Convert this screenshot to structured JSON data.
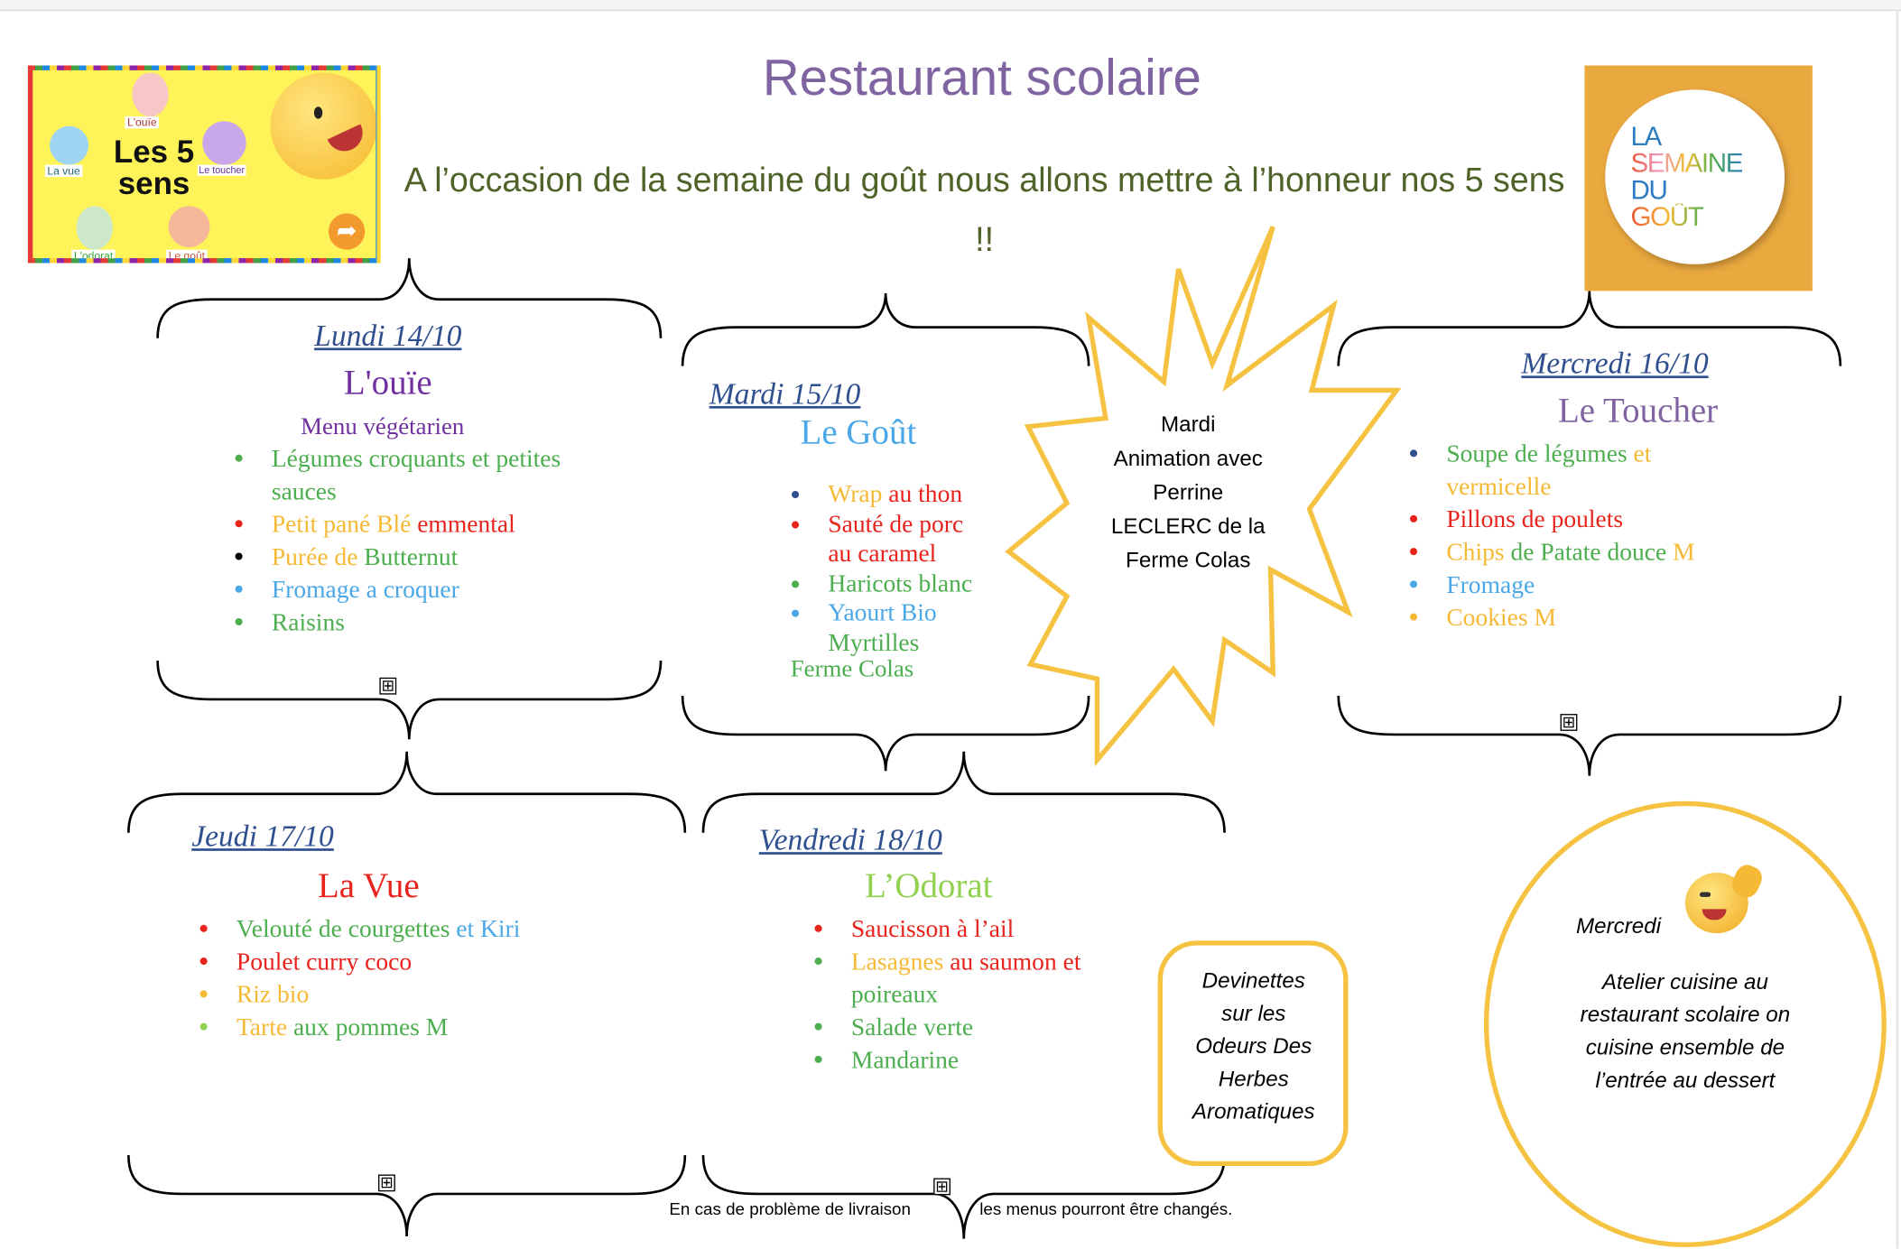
{
  "header": {
    "title": "Restaurant scolaire",
    "subtitle": "A l’occasion de la semaine du goût nous allons mettre à l’honneur nos 5 sens !!"
  },
  "logo_left": {
    "title": "Les 5 sens",
    "labels": [
      "L'ouïe",
      "La vue",
      "Le toucher",
      "L'odorat",
      "Le goût"
    ]
  },
  "logo_right": {
    "lines": [
      "LA",
      "SEMAINE",
      "DU",
      "GOÛT"
    ]
  },
  "colors": {
    "green": "#4cae4f",
    "yellow": "#f5b935",
    "red": "#e8231c",
    "blue": "#4aa8e8",
    "purple": "#7030a0",
    "lavender": "#8064a2",
    "lime": "#92d050",
    "navy": "#2f4f8f",
    "black": "#000000",
    "gold": "#f5c242"
  },
  "days": [
    {
      "date": "Lundi 14/10",
      "sense": "L'ouïe",
      "sense_color": "#7030a0",
      "note": "Menu végétarien",
      "items": [
        {
          "bullet": "#4cae4f",
          "parts": [
            {
              "t": "Légumes croquants et petites sauces",
              "c": "#4cae4f"
            }
          ]
        },
        {
          "bullet": "#e8231c",
          "parts": [
            {
              "t": "Petit pané Blé ",
              "c": "#f5b935"
            },
            {
              "t": "emmental",
              "c": "#e8231c"
            }
          ]
        },
        {
          "bullet": "#000000",
          "parts": [
            {
              "t": "Purée de ",
              "c": "#f5b935"
            },
            {
              "t": "Butternut",
              "c": "#4cae4f"
            }
          ]
        },
        {
          "bullet": "#4aa8e8",
          "parts": [
            {
              "t": "Fromage a croquer",
              "c": "#4aa8e8"
            }
          ]
        },
        {
          "bullet": "#4cae4f",
          "parts": [
            {
              "t": "Raisins",
              "c": "#4cae4f"
            }
          ]
        }
      ]
    },
    {
      "date": "Mardi 15/10",
      "sense": "Le Goût",
      "sense_color": "#4aa8e8",
      "note": "Ferme Colas",
      "items": [
        {
          "bullet": "#2f4f8f",
          "parts": [
            {
              "t": "Wrap ",
              "c": "#f5b935"
            },
            {
              "t": "au thon",
              "c": "#e8231c"
            }
          ]
        },
        {
          "bullet": "#e8231c",
          "parts": [
            {
              "t": "Sauté de porc au caramel",
              "c": "#e8231c"
            }
          ]
        },
        {
          "bullet": "#4cae4f",
          "parts": [
            {
              "t": "Haricots blanc",
              "c": "#4cae4f"
            }
          ]
        },
        {
          "bullet": "#4aa8e8",
          "parts": [
            {
              "t": "Yaourt Bio ",
              "c": "#4aa8e8"
            },
            {
              "t": "Myrtilles",
              "c": "#4cae4f"
            }
          ]
        }
      ]
    },
    {
      "date": "Mercredi 16/10",
      "sense": "Le Toucher",
      "sense_color": "#8064a2",
      "items": [
        {
          "bullet": "#2f4f8f",
          "parts": [
            {
              "t": "Soupe de légumes ",
              "c": "#4cae4f"
            },
            {
              "t": "et vermicelle",
              "c": "#f5b935"
            }
          ]
        },
        {
          "bullet": "#e8231c",
          "parts": [
            {
              "t": "Pillons de poulets",
              "c": "#e8231c"
            }
          ]
        },
        {
          "bullet": "#e8231c",
          "parts": [
            {
              "t": "Chips ",
              "c": "#f5b935"
            },
            {
              "t": "de Patate douce ",
              "c": "#4cae4f"
            },
            {
              "t": "M",
              "c": "#f5b935"
            }
          ]
        },
        {
          "bullet": "#4aa8e8",
          "parts": [
            {
              "t": "Fromage",
              "c": "#4aa8e8"
            }
          ]
        },
        {
          "bullet": "#f5b935",
          "parts": [
            {
              "t": "Cookies M",
              "c": "#f5b935"
            }
          ]
        }
      ]
    },
    {
      "date": "Jeudi 17/10",
      "sense": "La Vue",
      "sense_color": "#e8231c",
      "items": [
        {
          "bullet": "#e8231c",
          "parts": [
            {
              "t": "Velouté de courgettes ",
              "c": "#4cae4f"
            },
            {
              "t": "et Kiri",
              "c": "#4aa8e8"
            }
          ]
        },
        {
          "bullet": "#e8231c",
          "parts": [
            {
              "t": "Poulet curry coco",
              "c": "#e8231c"
            }
          ]
        },
        {
          "bullet": "#f5b935",
          "parts": [
            {
              "t": "Riz bio",
              "c": "#f5b935"
            }
          ]
        },
        {
          "bullet": "#92d050",
          "parts": [
            {
              "t": "Tarte ",
              "c": "#f5b935"
            },
            {
              "t": "aux pommes M",
              "c": "#4cae4f"
            }
          ]
        }
      ]
    },
    {
      "date": "Vendredi 18/10",
      "sense": "L’Odorat",
      "sense_color": "#92d050",
      "items": [
        {
          "bullet": "#e8231c",
          "parts": [
            {
              "t": "Saucisson à l’ail",
              "c": "#e8231c"
            }
          ]
        },
        {
          "bullet": "#4cae4f",
          "parts": [
            {
              "t": "Lasagnes ",
              "c": "#f5b935"
            },
            {
              "t": "au saumon et ",
              "c": "#e8231c"
            },
            {
              "t": "poireaux",
              "c": "#4cae4f"
            }
          ]
        },
        {
          "bullet": "#4cae4f",
          "parts": [
            {
              "t": "Salade verte",
              "c": "#4cae4f"
            }
          ]
        },
        {
          "bullet": "#4cae4f",
          "parts": [
            {
              "t": "Mandarine",
              "c": "#4cae4f"
            }
          ]
        }
      ]
    }
  ],
  "star": {
    "lines": [
      "Mardi",
      "Animation avec",
      "Perrine",
      "LECLERC de la",
      "Ferme Colas"
    ]
  },
  "riddle_box": {
    "lines": [
      "Devinettes",
      "sur les",
      "Odeurs Des",
      "Herbes",
      "Aromatiques"
    ]
  },
  "circle": {
    "title": "Mercredi",
    "lines": [
      "Atelier cuisine au",
      "restaurant scolaire on",
      "cuisine ensemble de",
      "l’entrée au dessert"
    ]
  },
  "footer": {
    "left": "En cas de problème de livraison",
    "right": "les menus pourront être changés."
  },
  "expand_icon": "⊞"
}
